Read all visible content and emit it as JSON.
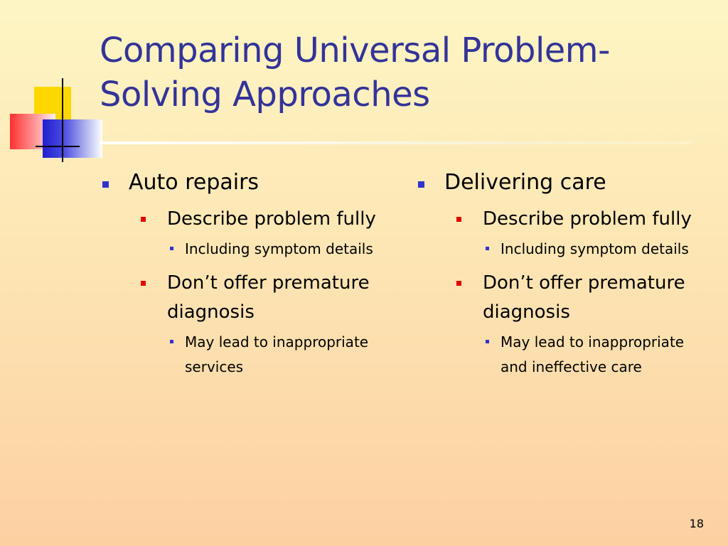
{
  "slide": {
    "title": "Comparing Universal Problem-Solving Approaches",
    "page_number": "18",
    "columns": [
      {
        "heading": "Auto repairs",
        "items": [
          {
            "text": "Describe problem fully",
            "sub": [
              "Including symptom details"
            ]
          },
          {
            "text": "Don’t offer premature diagnosis",
            "sub": [
              "May lead to inappropriate services"
            ]
          }
        ]
      },
      {
        "heading": "Delivering care",
        "items": [
          {
            "text": "Describe problem fully",
            "sub": [
              "Including symptom details"
            ]
          },
          {
            "text": "Don’t offer premature diagnosis",
            "sub": [
              "May lead to inappropriate and ineffective care"
            ]
          }
        ]
      }
    ]
  },
  "colors": {
    "title": "#333399",
    "level1_bullet": "#3333cc",
    "level2_bullet": "#e00000",
    "level3_bullet": "#3333cc",
    "background_top": "#fdf6c4",
    "background_bottom": "#fdd0a2"
  }
}
